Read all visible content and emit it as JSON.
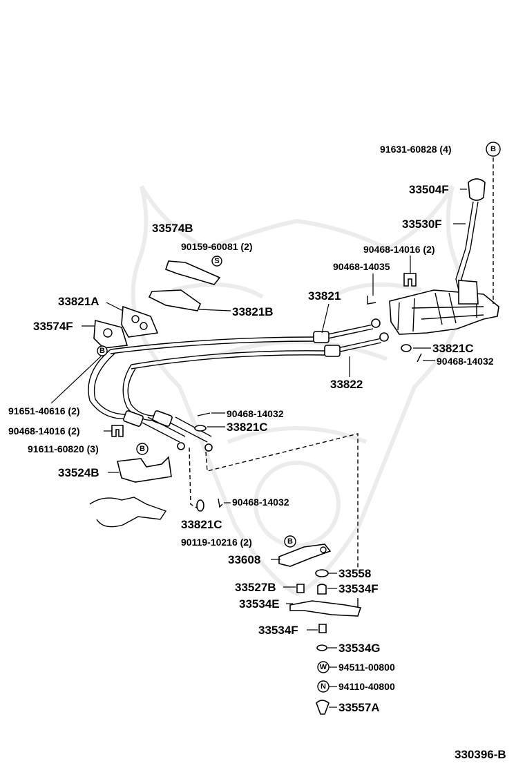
{
  "diagram_id": "330396-B",
  "parts": {
    "p91631": "91631-60828 (4)",
    "p33504F": "33504F",
    "p33530F": "33530F",
    "p33574B": "33574B",
    "p90159": "90159-60081 (2)",
    "p90468_14016_a": "90468-14016 (2)",
    "p90468_14035": "90468-14035",
    "p33821A": "33821A",
    "p33821": "33821",
    "p33821B": "33821B",
    "p33574F": "33574F",
    "p33821C_a": "33821C",
    "p90468_14032_a": "90468-14032",
    "p33822": "33822",
    "p91651": "91651-40616 (2)",
    "p90468_14032_b": "90468-14032",
    "p90468_14016_b": "90468-14016 (2)",
    "p33821C_b": "33821C",
    "p91611": "91611-60820 (3)",
    "p33524B": "33524B",
    "p90468_14032_c": "90468-14032",
    "p33821C_c": "33821C",
    "p90119": "90119-10216 (2)",
    "p33608": "33608",
    "p33558": "33558",
    "p33527B": "33527B",
    "p33534F_a": "33534F",
    "p33534E": "33534E",
    "p33534F_b": "33534F",
    "p33534G": "33534G",
    "p94511": "94511-00800",
    "p94110": "94110-40800",
    "p33557A": "33557A"
  },
  "markers": {
    "B": "B",
    "S": "S",
    "W": "W",
    "N": "N"
  }
}
